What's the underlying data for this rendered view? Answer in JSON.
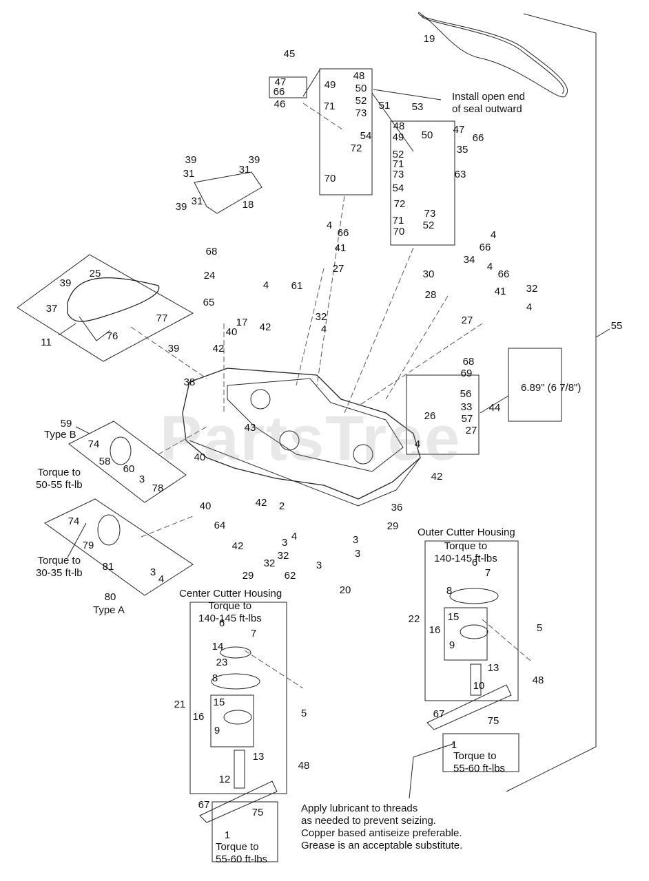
{
  "watermark": "PartsTree",
  "notes": {
    "seal": [
      "Install open end",
      "of seal outward"
    ],
    "dimension": "6.89\" (6 7/8\")",
    "type_b": "Type B",
    "type_a": "Type A",
    "torque_b": [
      "Torque to",
      "50-55 ft-lb"
    ],
    "torque_a": [
      "Torque to",
      "30-35 ft-lb"
    ],
    "center_housing": "Center Cutter Housing",
    "outer_housing": "Outer Cutter Housing",
    "center_torque_top": [
      "Torque to",
      "140-145 ft-lbs"
    ],
    "outer_torque_top": [
      "Torque to",
      "140-145 ft-lbs"
    ],
    "center_torque_bottom": [
      "Torque to",
      "55-60 ft-lbs"
    ],
    "outer_torque_bottom": [
      "Torque to",
      "55-60 ft-lbs"
    ],
    "lubricant": [
      "Apply lubricant to threads",
      "as needed to prevent seizing.",
      "Copper based antiseize preferable.",
      "Grease is an acceptable substitute."
    ]
  },
  "callouts": [
    "19",
    "45",
    "48",
    "47",
    "49",
    "50",
    "66",
    "52",
    "46",
    "71",
    "73",
    "51",
    "53",
    "54",
    "72",
    "70",
    "48",
    "50",
    "47",
    "49",
    "66",
    "52",
    "35",
    "71",
    "73",
    "63",
    "54",
    "72",
    "73",
    "71",
    "52",
    "70",
    "39",
    "39",
    "31",
    "31",
    "39",
    "31",
    "18",
    "68",
    "4",
    "66",
    "41",
    "27",
    "4",
    "66",
    "34",
    "30",
    "28",
    "4",
    "66",
    "41",
    "32",
    "27",
    "4",
    "24",
    "61",
    "65",
    "4",
    "42",
    "17",
    "32",
    "4",
    "25",
    "39",
    "37",
    "77",
    "76",
    "11",
    "39",
    "40",
    "42",
    "38",
    "59",
    "74",
    "58",
    "60",
    "40",
    "3",
    "78",
    "43",
    "26",
    "33",
    "57",
    "27",
    "68",
    "69",
    "56",
    "44",
    "4",
    "42",
    "36",
    "55",
    "40",
    "42",
    "2",
    "64",
    "4",
    "42",
    "3",
    "32",
    "32",
    "3",
    "29",
    "3",
    "74",
    "79",
    "81",
    "3",
    "4",
    "80",
    "29",
    "62",
    "3",
    "20",
    "6",
    "7",
    "14",
    "23",
    "8",
    "15",
    "16",
    "9",
    "21",
    "5",
    "13",
    "12",
    "48",
    "67",
    "75",
    "1",
    "6",
    "7",
    "8",
    "15",
    "16",
    "9",
    "22",
    "5",
    "13",
    "10",
    "48",
    "67",
    "75",
    "1"
  ]
}
